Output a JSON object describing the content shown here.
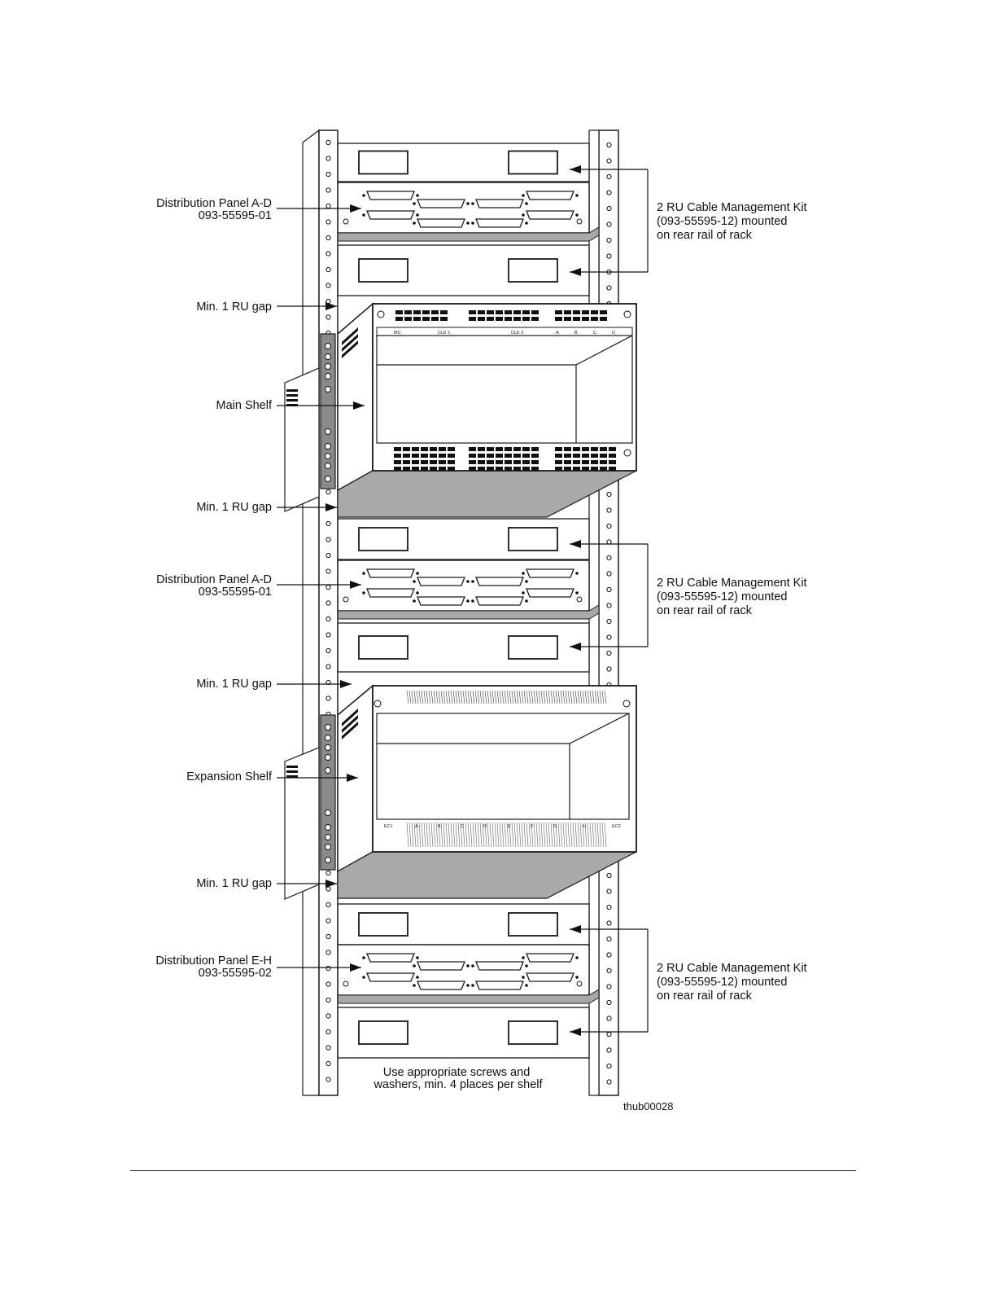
{
  "figure": {
    "left_labels": [
      {
        "lines": [
          "Distribution Panel A-D",
          "093-55595-01"
        ]
      },
      {
        "lines": [
          "Min. 1 RU gap"
        ]
      },
      {
        "lines": [
          "Main Shelf"
        ]
      },
      {
        "lines": [
          "Min. 1 RU gap"
        ]
      },
      {
        "lines": [
          "Distribution Panel A-D",
          "093-55595-01"
        ]
      },
      {
        "lines": [
          "Min. 1 RU gap"
        ]
      },
      {
        "lines": [
          "Expansion  Shelf"
        ]
      },
      {
        "lines": [
          "Min. 1 RU gap"
        ]
      },
      {
        "lines": [
          "Distribution Panel E-H",
          "093-55595-02"
        ]
      }
    ],
    "right_labels": [
      {
        "lines": [
          "2 RU Cable Management Kit",
          "(093-55595-12) mounted",
          "on rear rail of rack"
        ]
      },
      {
        "lines": [
          "2 RU Cable Management Kit",
          "(093-55595-12) mounted",
          "on rear rail of rack"
        ]
      },
      {
        "lines": [
          "2 RU Cable Management Kit",
          "(093-55595-12) mounted",
          "on rear rail of rack"
        ]
      }
    ],
    "bottom_note": [
      "Use appropriate screws and",
      "washers, min. 4 places per shelf"
    ],
    "figure_id": "thub00028",
    "main_shelf_slot_labels": [
      "MC",
      "CLK 1",
      "CLK 2",
      "A",
      "B",
      "C",
      "D"
    ],
    "expansion_shelf_slot_labels": [
      "EC1",
      "A",
      "B",
      "C",
      "D",
      "E",
      "F",
      "G",
      "H",
      "EC2"
    ]
  },
  "colors": {
    "line": "#1a1a1a",
    "shelf_floor": "#a9a9a9",
    "rail_face": "#ffffff",
    "rail_flange": "#8a8a8a",
    "page": "#ffffff"
  }
}
